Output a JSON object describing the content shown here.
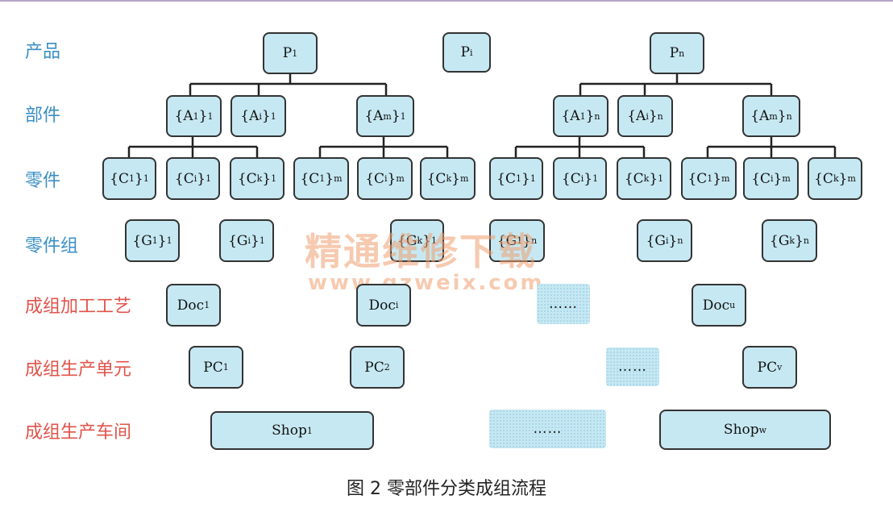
{
  "labels": {
    "product": "产品",
    "assembly": "部件",
    "part": "零件",
    "part_group": "零件组",
    "group_process": "成组加工工艺",
    "group_cell": "成组生产单元",
    "group_workshop": "成组生产车间"
  },
  "nodes": {
    "p1": {
      "base": "P",
      "sub": "1"
    },
    "pi": {
      "base": "P",
      "sub": "i"
    },
    "pn": {
      "base": "P",
      "sub": "n"
    },
    "a1_1": {
      "base": "{A",
      "mid": "1",
      "close": "}",
      "sub": "1"
    },
    "ai_1": {
      "base": "{A",
      "mid": "i",
      "close": "}",
      "sub": "1"
    },
    "am_1": {
      "base": "{A",
      "mid": "m",
      "close": "}",
      "sub": "1"
    },
    "a1_n": {
      "base": "{A",
      "mid": "1",
      "close": "}",
      "sub": "n"
    },
    "ai_n": {
      "base": "{A",
      "mid": "i",
      "close": "}",
      "sub": "n"
    },
    "am_n": {
      "base": "{A",
      "mid": "m",
      "close": "}",
      "sub": "n"
    },
    "c1_1a": {
      "base": "{C",
      "mid": "1",
      "close": "}",
      "sub": "1"
    },
    "ci_1a": {
      "base": "{C",
      "mid": "i",
      "close": "}",
      "sub": "1"
    },
    "ck_1a": {
      "base": "{C",
      "mid": "k",
      "close": "}",
      "sub": "1"
    },
    "c1_ma": {
      "base": "{C",
      "mid": "1",
      "close": "}",
      "sub": "m"
    },
    "ci_ma": {
      "base": "{C",
      "mid": "i",
      "close": "}",
      "sub": "m"
    },
    "ck_ma": {
      "base": "{C",
      "mid": "k",
      "close": "}",
      "sub": "m"
    },
    "c1_1b": {
      "base": "{C",
      "mid": "1",
      "close": "}",
      "sub": "1"
    },
    "ci_1b": {
      "base": "{C",
      "mid": "i",
      "close": "}",
      "sub": "1"
    },
    "ck_1b": {
      "base": "{C",
      "mid": "k",
      "close": "}",
      "sub": "1"
    },
    "c1_mb": {
      "base": "{C",
      "mid": "1",
      "close": "}",
      "sub": "m"
    },
    "ci_mb": {
      "base": "{C",
      "mid": "i",
      "close": "}",
      "sub": "m"
    },
    "ck_mb": {
      "base": "{C",
      "mid": "k",
      "close": "}",
      "sub": "m"
    },
    "g1_1": {
      "base": "{G",
      "mid": "1",
      "close": "}",
      "sub": "1"
    },
    "gi_1": {
      "base": "{G",
      "mid": "i",
      "close": "}",
      "sub": "1"
    },
    "gk_1": {
      "base": "{G",
      "mid": "k",
      "close": "}",
      "sub": "1"
    },
    "g1_n": {
      "base": "{G",
      "mid": "1",
      "close": "}",
      "sub": "n"
    },
    "gi_n": {
      "base": "{G",
      "mid": "i",
      "close": "}",
      "sub": "n"
    },
    "gk_n": {
      "base": "{G",
      "mid": "k",
      "close": "}",
      "sub": "n"
    },
    "doc1": {
      "base": "Doc",
      "sub": "1"
    },
    "doci": {
      "base": "Doc",
      "sub": "i"
    },
    "doc_dots": {
      "base": "……"
    },
    "docu": {
      "base": "Doc",
      "sub": "u"
    },
    "pc1": {
      "base": "PC",
      "sub": "1"
    },
    "pc2": {
      "base": "PC",
      "sub": "2"
    },
    "pc_dots": {
      "base": "……"
    },
    "pcv": {
      "base": "PC",
      "sub": "v"
    },
    "shop1": {
      "base": "Shop",
      "sub": "1"
    },
    "shop_dots": {
      "base": "……"
    },
    "shopw": {
      "base": "Shop",
      "sub": "w"
    }
  },
  "watermark": {
    "title": "精通维修下载",
    "url": "www.gzweix.com"
  },
  "caption": "图 2  零部件分类成组流程"
}
